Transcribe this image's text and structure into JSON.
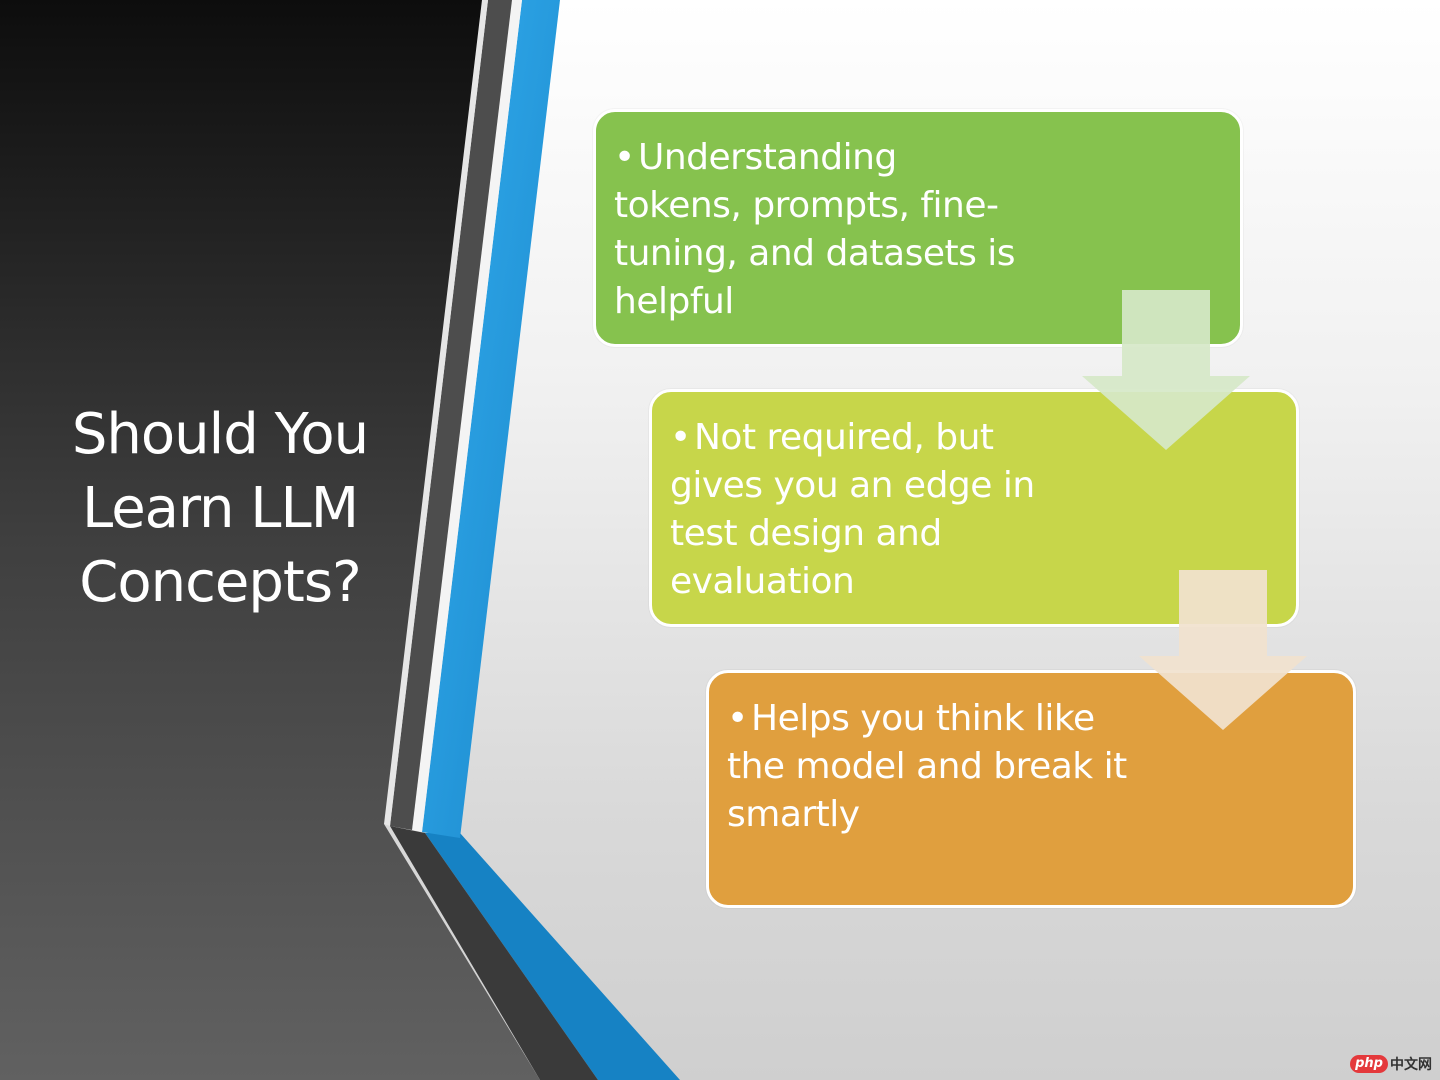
{
  "slide": {
    "title": "Should You\nLearn LLM\nConcepts?",
    "boxes": [
      {
        "text": "Understanding tokens, prompts, fine-tuning, and datasets is helpful",
        "color": "#86c24e"
      },
      {
        "text": "Not required, but gives you an edge in test design and evaluation",
        "color": "#c7d64a"
      },
      {
        "text": "Helps you think like the model and break it smartly",
        "color": "#e09f3e"
      }
    ],
    "bullet_glyph": "•"
  },
  "colors": {
    "left_panel_dark": "#0f0f0f",
    "left_panel_light": "#5f5f5f",
    "accent_blue": "#2aa6e4",
    "accent_blue_dark": "#1478b8",
    "stripe_gray": "#555555"
  },
  "watermark": {
    "logo": "php",
    "text": "中文网"
  }
}
